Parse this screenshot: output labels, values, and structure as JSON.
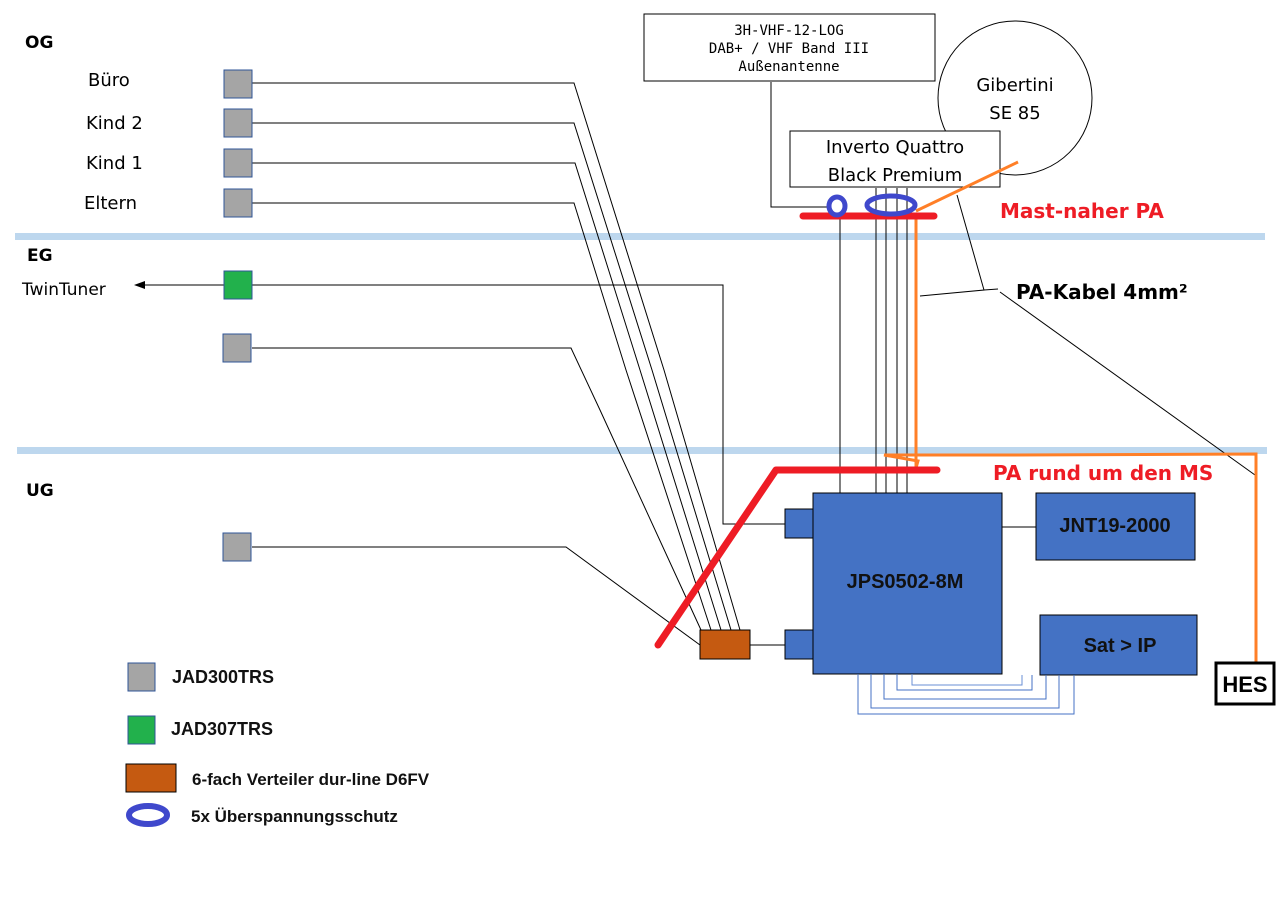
{
  "floors": [
    {
      "id": "og",
      "label": "OG"
    },
    {
      "id": "eg",
      "label": "EG"
    },
    {
      "id": "ug",
      "label": "UG"
    }
  ],
  "rooms": {
    "og": [
      {
        "label": "Büro",
        "outlet_type": "JAD300TRS"
      },
      {
        "label": "Kind 2",
        "outlet_type": "JAD300TRS"
      },
      {
        "label": "Kind 1",
        "outlet_type": "JAD300TRS"
      },
      {
        "label": "Eltern",
        "outlet_type": "JAD300TRS"
      }
    ],
    "eg": [
      {
        "label": "TwinTuner",
        "outlet_type": "JAD307TRS"
      },
      {
        "label": "",
        "outlet_type": "JAD300TRS"
      }
    ],
    "ug": [
      {
        "label": "",
        "outlet_type": "JAD300TRS"
      }
    ]
  },
  "antennas": {
    "vhf": {
      "line1": "3H-VHF-12-LOG",
      "line2": "DAB+ / VHF Band III",
      "line3": "Außenantenne"
    },
    "dish": {
      "line1": "Gibertini",
      "line2": "SE 85"
    },
    "lnb": {
      "line1": "Inverto Quattro",
      "line2": "Black Premium"
    }
  },
  "annotations": {
    "mast_pa": "Mast-naher PA",
    "pa_cable": "PA-Kabel 4mm²",
    "pa_ms": "PA rund um den MS"
  },
  "devices": {
    "multiswitch": "JPS0502-8M",
    "psu": "JNT19-2000",
    "satip": "Sat > IP",
    "hes": "HES"
  },
  "legend": [
    {
      "symbol": "grey-square",
      "label": "JAD300TRS"
    },
    {
      "symbol": "green-square",
      "label": "JAD307TRS"
    },
    {
      "symbol": "orange-rect",
      "label": "6-fach Verteiler dur-line D6FV"
    },
    {
      "symbol": "blue-ring",
      "label": "5x Überspannungsschutz"
    }
  ],
  "colors": {
    "floor_divider": "#bdd7ee",
    "outlet_grey": "#a5a5a5",
    "outlet_green": "#22b14c",
    "distributor": "#c55a11",
    "device_blue": "#4472c4",
    "surge_blue": "#3f48cc",
    "pa_red": "#ee1c25",
    "pa_orange": "#ff7f27"
  }
}
